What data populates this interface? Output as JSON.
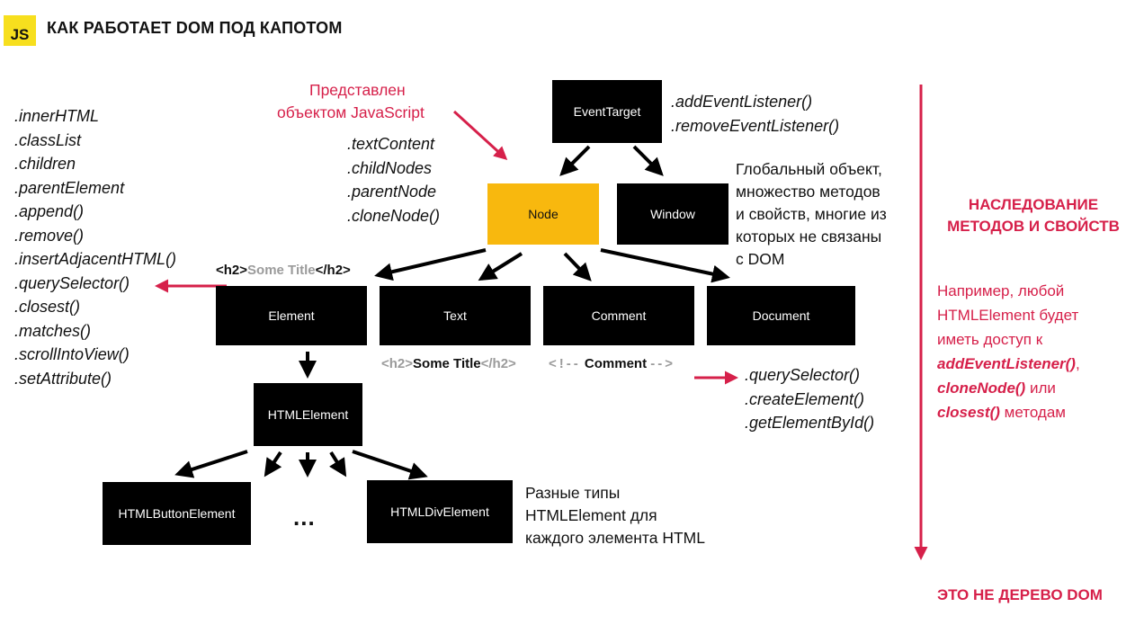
{
  "header": {
    "logo": "JS",
    "title": "КАК РАБОТАЕТ DOM ПОД КАПОТОМ"
  },
  "annotation": {
    "line1": "Представлен",
    "line2": "объектом JavaScript"
  },
  "boxes": {
    "event_target": "EventTarget",
    "node": "Node",
    "window": "Window",
    "element": "Element",
    "text": "Text",
    "comment": "Comment",
    "document": "Document",
    "html_element": "HTMLElement",
    "html_button_element": "HTMLButtonElement",
    "html_div_element": "HTMLDivElement"
  },
  "event_target_methods": [
    ".addEventListener()",
    ".removeEventListener()"
  ],
  "node_methods": [
    ".textContent",
    ".childNodes",
    ".parentNode",
    ".cloneNode()"
  ],
  "element_methods": [
    ".innerHTML",
    ".classList",
    ".children",
    ".parentElement",
    ".append()",
    ".remove()",
    ".insertAdjacentHTML()",
    ".querySelector()",
    ".closest()",
    ".matches()",
    ".scrollIntoView()",
    ".setAttribute()"
  ],
  "document_methods": [
    ".querySelector()",
    ".createElement()",
    ".getElementById()"
  ],
  "window_note": [
    "Глобальный объект,",
    "множество методов",
    "и свойств, многие из",
    "которых не связаны",
    "с DOM"
  ],
  "element_example": {
    "open": "<h2>",
    "content": "Some Title",
    "close": "</h2>"
  },
  "text_example": {
    "open": "<h2>",
    "content": "Some Title",
    "close": "</h2>"
  },
  "comment_example": {
    "open": "<!--",
    "content": "Comment",
    "close": "-->"
  },
  "ellipsis": "...",
  "html_types_note": [
    "Разные типы",
    "HTMLElement для",
    "каждого элемента HTML"
  ],
  "inheritance": {
    "title_line1": "НАСЛЕДОВАНИЕ",
    "title_line2": "МЕТОДОВ И СВОЙСТВ",
    "note_line1": "Например, любой",
    "note_line2": "HTMLElement будет",
    "note_line3": "иметь доступ к",
    "method1": "addEventListener()",
    "sep1": ",",
    "method2": "cloneNode()",
    "sep2": " или",
    "method3": "closest()",
    "sep3": " методам",
    "footer": "ЭТО НЕ ДЕРЕВО DOM"
  },
  "colors": {
    "accent_red": "#d6204a",
    "node_yellow": "#f8b80e",
    "js_yellow": "#f7df1e",
    "box_black": "#000000",
    "gray_tag": "#9b9b9b"
  }
}
